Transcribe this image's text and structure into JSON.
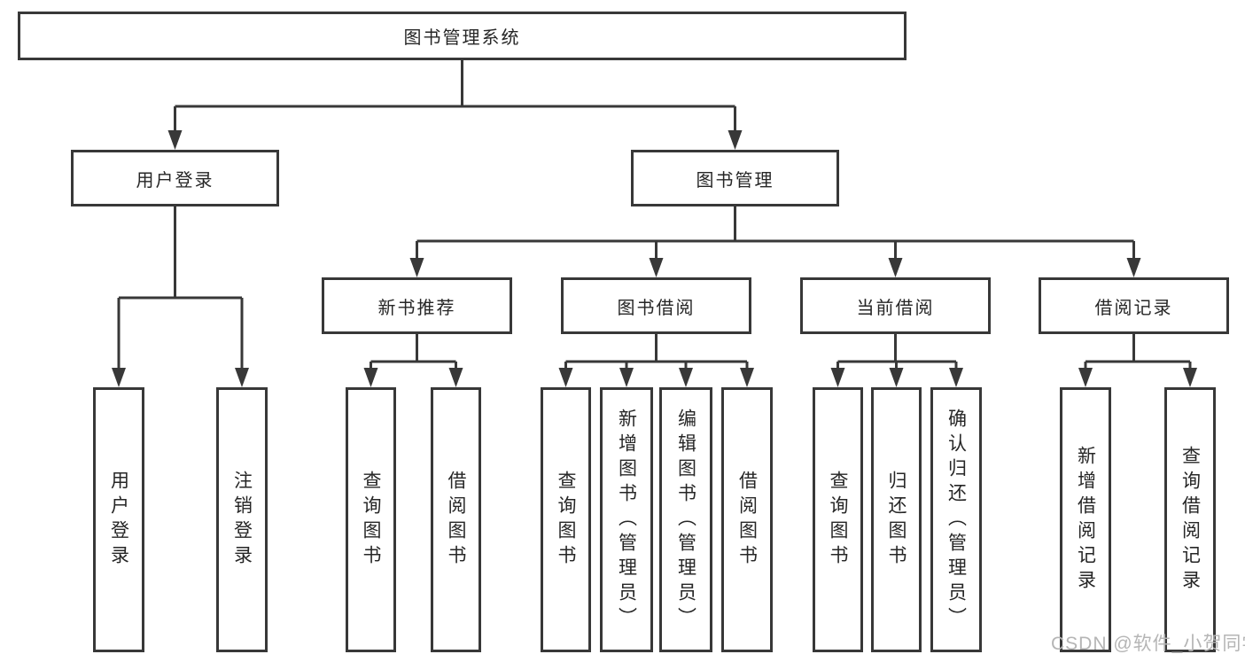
{
  "tree": {
    "root": {
      "label": "图书管理系统",
      "children": [
        {
          "label": "用户登录",
          "children": [
            {
              "label": "用户登录"
            },
            {
              "label": "注销登录"
            }
          ]
        },
        {
          "label": "图书管理",
          "children": [
            {
              "label": "新书推荐",
              "children": [
                {
                  "label": "查询图书"
                },
                {
                  "label": "借阅图书"
                }
              ]
            },
            {
              "label": "图书借阅",
              "children": [
                {
                  "label": "查询图书"
                },
                {
                  "label": "新增图书（管理员）"
                },
                {
                  "label": "编辑图书（管理员）"
                },
                {
                  "label": "借阅图书"
                }
              ]
            },
            {
              "label": "当前借阅",
              "children": [
                {
                  "label": "查询图书"
                },
                {
                  "label": "归还图书"
                },
                {
                  "label": "确认归还（管理员）"
                }
              ]
            },
            {
              "label": "借阅记录",
              "children": [
                {
                  "label": "新增借阅记录"
                },
                {
                  "label": "查询借阅记录"
                }
              ]
            }
          ]
        }
      ]
    }
  },
  "watermark": {
    "text": "CSDN @软件_小贺同学",
    "color": "#b5b5b5"
  },
  "colors": {
    "line": "#383838",
    "text": "#262626",
    "background": "#ffffff"
  }
}
